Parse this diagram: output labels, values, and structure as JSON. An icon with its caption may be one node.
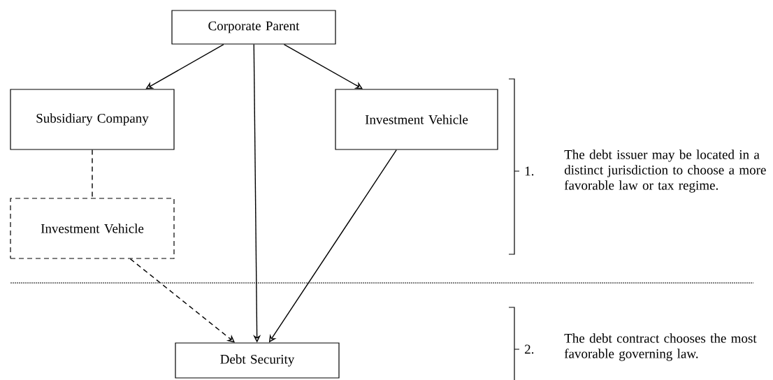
{
  "diagram": {
    "nodes": [
      {
        "text": [
          "Corporate Parent"
        ]
      },
      {
        "text": [
          "Subsidiary Company"
        ]
      },
      {
        "text": [
          "Investment Vehicle"
        ]
      },
      {
        "text": [
          "Investment Vehicle"
        ]
      },
      {
        "text": [
          "Debt Security"
        ]
      }
    ],
    "edges": [
      {
        "from": 0,
        "to": 1,
        "arrow": "to"
      },
      {
        "from": 0,
        "to": 2,
        "arrow": "to"
      },
      {
        "from": 0,
        "to": 4,
        "arrow": "to"
      },
      {
        "from": 1,
        "to": 3,
        "arrow": "none",
        "style": "dashed"
      },
      {
        "from": 3,
        "to": 4,
        "arrow": "to",
        "style": "dashed"
      },
      {
        "from": 2,
        "to": 4,
        "arrow": "to"
      }
    ],
    "labels": [
      "1.",
      "The debt issuer may be located in a distinct jurisdiction to choose a more favorable law or tax regime.",
      "2.",
      "The debt contract chooses the most favorable governing law."
    ]
  }
}
